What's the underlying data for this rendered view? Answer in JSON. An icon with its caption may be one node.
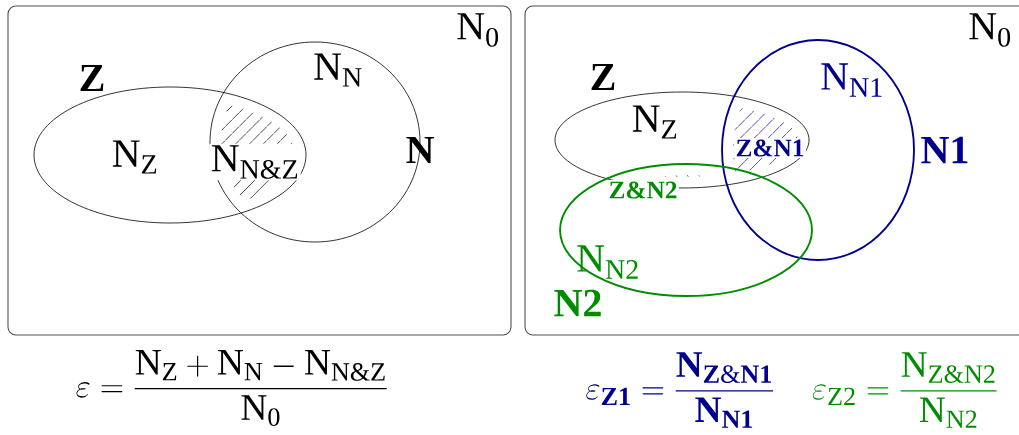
{
  "diagram": {
    "nodes": [
      {
        "text": [
          "N$_{0}$"
        ]
      },
      {
        "text": [
          "Z",
          "N$_{Z}$"
        ],
        "in": 0
      },
      {
        "text": [
          "N$_{N}$",
          "N"
        ],
        "in": 0
      },
      {
        "text": [
          "N$_{0}$"
        ]
      },
      {
        "text": [
          "Z",
          "N$_{Z}$"
        ],
        "in": 3
      },
      {
        "text": [
          "N$_{N1}$",
          "N1"
        ],
        "in": 3
      },
      {
        "text": [
          "N$_{N2}$",
          "N2"
        ],
        "in": 3
      }
    ],
    "labels": [
      "N$_{N&Z}$",
      "Z&N1",
      "Z&N2",
      "\\varepsilon = \\frac{\\mathrm{N_{Z} + N_{N} - N_{N\\&Z}}}{\\mathrm{N_{0}}}",
      "\\varepsilon_{\\mathbf{Z1}} = \\frac{\\mathbf{N_{Z\\&N1}}}{\\mathbf{N_{N1}}}",
      "\\varepsilon_{\\mathrm{Z2}} = \\frac{\\mathrm{N_{Z\\&N2}}}{\\mathrm{N_{N2}}}"
    ]
  }
}
